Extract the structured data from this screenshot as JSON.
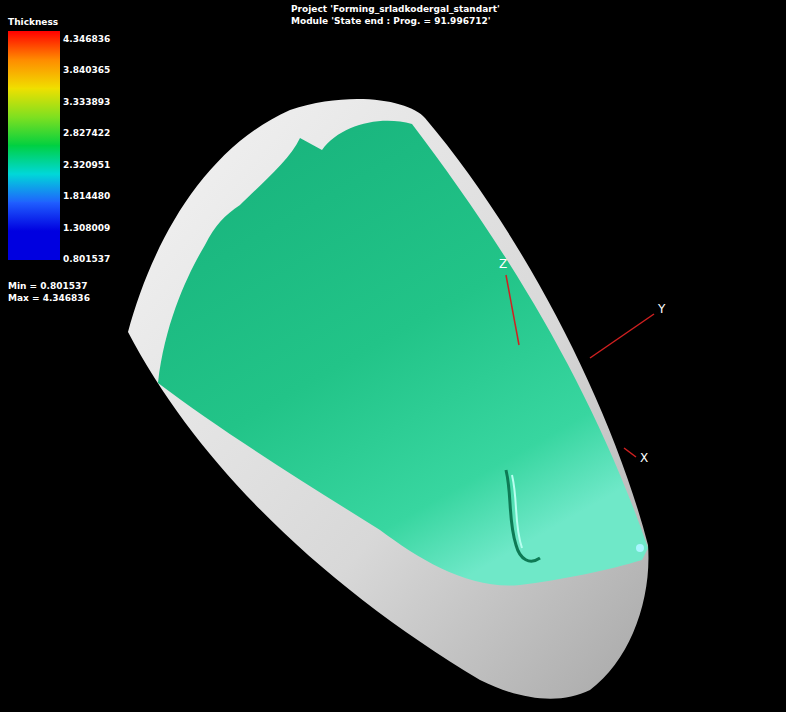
{
  "diagram": {
    "labels": [
      "Project 'Forming_srladkodergal_standart'",
      "Module 'State end : Prog. = 91.996712'",
      "Thickness",
      "Min = 0.801537",
      "Max = 4.346836",
      "Z",
      "Y",
      "X"
    ],
    "legend": [
      {
        "text": "4.346836",
        "color": "#ff0000"
      },
      {
        "text": "3.840365",
        "color": "#ff8c00"
      },
      {
        "text": "3.333893",
        "color": "#f0e000"
      },
      {
        "text": "2.827422",
        "color": "#7fe020"
      },
      {
        "text": "2.320951",
        "color": "#00d040"
      },
      {
        "text": "1.814480",
        "color": "#00d8d8"
      },
      {
        "text": "1.308009",
        "color": "#2060ff"
      },
      {
        "text": "0.801537",
        "color": "#0000e0"
      }
    ]
  }
}
